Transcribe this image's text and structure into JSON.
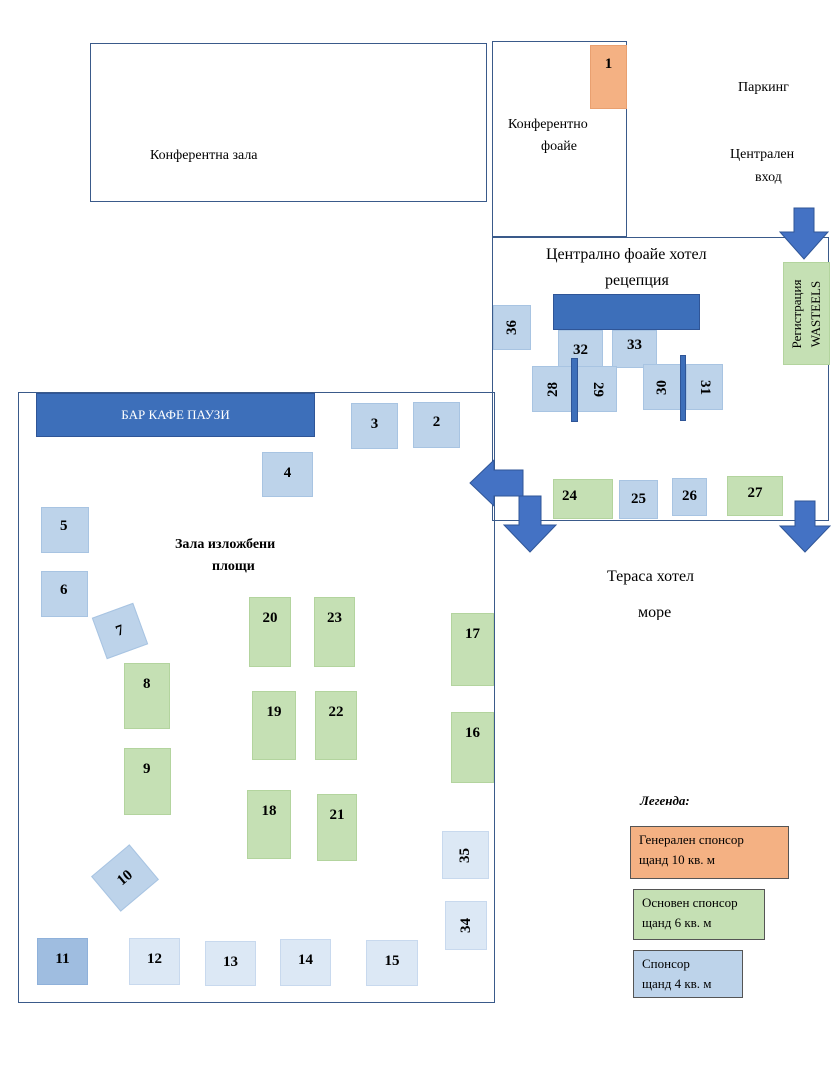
{
  "rooms": {
    "conference_hall": "Конферентна зала",
    "conference_foyer_line1": "Конферентно",
    "conference_foyer_line2": "фоайе",
    "parking": "Паркинг",
    "central_entrance_line1": "Централен",
    "central_entrance_line2": "вход",
    "central_foyer": "Централно фоайе хотел",
    "reception": "рецепция",
    "registration_line1": "Регистрация",
    "registration_line2": "WASTEELS",
    "exhibition_hall_line1": "Зала изложбени",
    "exhibition_hall_line2": "площи",
    "terrace": "Тераса хотел",
    "sea": "море",
    "bar": "БАР КАФЕ ПАУЗИ"
  },
  "stands": {
    "s1": "1",
    "s2": "2",
    "s3": "3",
    "s4": "4",
    "s5": "5",
    "s6": "6",
    "s7": "7",
    "s8": "8",
    "s9": "9",
    "s10": "10",
    "s11": "11",
    "s12": "12",
    "s13": "13",
    "s14": "14",
    "s15": "15",
    "s16": "16",
    "s17": "17",
    "s18": "18",
    "s19": "19",
    "s20": "20",
    "s21": "21",
    "s22": "22",
    "s23": "23",
    "s24": "24",
    "s25": "25",
    "s26": "26",
    "s27": "27",
    "s28": "28",
    "s29": "29",
    "s30": "30",
    "s31": "31",
    "s32": "32",
    "s33": "33",
    "s34": "34",
    "s35": "35",
    "s36": "36"
  },
  "legend": {
    "title": "Легенда:",
    "general_line1": "Генерален спонсор",
    "general_line2": "щанд 10 кв. м",
    "main_line1": "Основен спонсор",
    "main_line2": "щанд 6 кв. м",
    "sponsor_line1": "Спонсор",
    "sponsor_line2": "щанд 4 кв. м"
  },
  "colors": {
    "general_sponsor": "#f4b183",
    "main_sponsor": "#c5e0b4",
    "sponsor": "#bdd3ea",
    "bar": "#3d6fba",
    "arrow": "#4472c4",
    "outline": "#3a5a8a"
  }
}
